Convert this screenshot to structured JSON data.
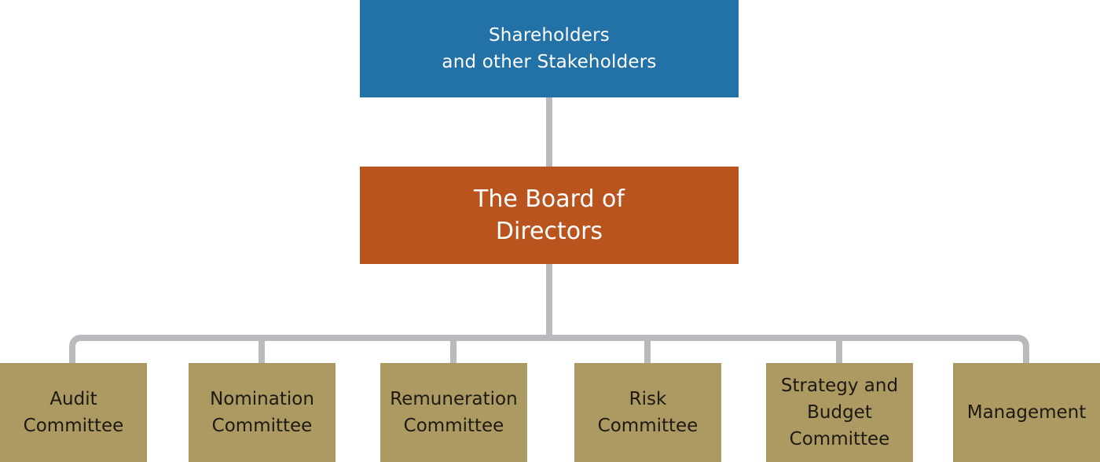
{
  "diagram": {
    "type": "org-chart",
    "root": {
      "label": "Shareholders\nand other Stakeholders",
      "color": "#2272a8"
    },
    "board": {
      "label": "The Board of\nDirectors",
      "color": "#b9541f"
    },
    "children": [
      {
        "label": "Audit\nCommittee"
      },
      {
        "label": "Nomination\nCommittee"
      },
      {
        "label": "Remuneration\nCommittee"
      },
      {
        "label": "Risk\nCommittee"
      },
      {
        "label": "Strategy and\nBudget\nCommittee"
      },
      {
        "label": "Management"
      }
    ],
    "child_color": "#ad9962",
    "connector_color": "#b9b9be",
    "edges": [
      {
        "from": "Shareholders and other Stakeholders",
        "to": "The Board of Directors"
      },
      {
        "from": "The Board of Directors",
        "to": "Audit Committee"
      },
      {
        "from": "The Board of Directors",
        "to": "Nomination Committee"
      },
      {
        "from": "The Board of Directors",
        "to": "Remuneration Committee"
      },
      {
        "from": "The Board of Directors",
        "to": "Risk Committee"
      },
      {
        "from": "The Board of Directors",
        "to": "Strategy and Budget Committee"
      },
      {
        "from": "The Board of Directors",
        "to": "Management"
      }
    ]
  }
}
